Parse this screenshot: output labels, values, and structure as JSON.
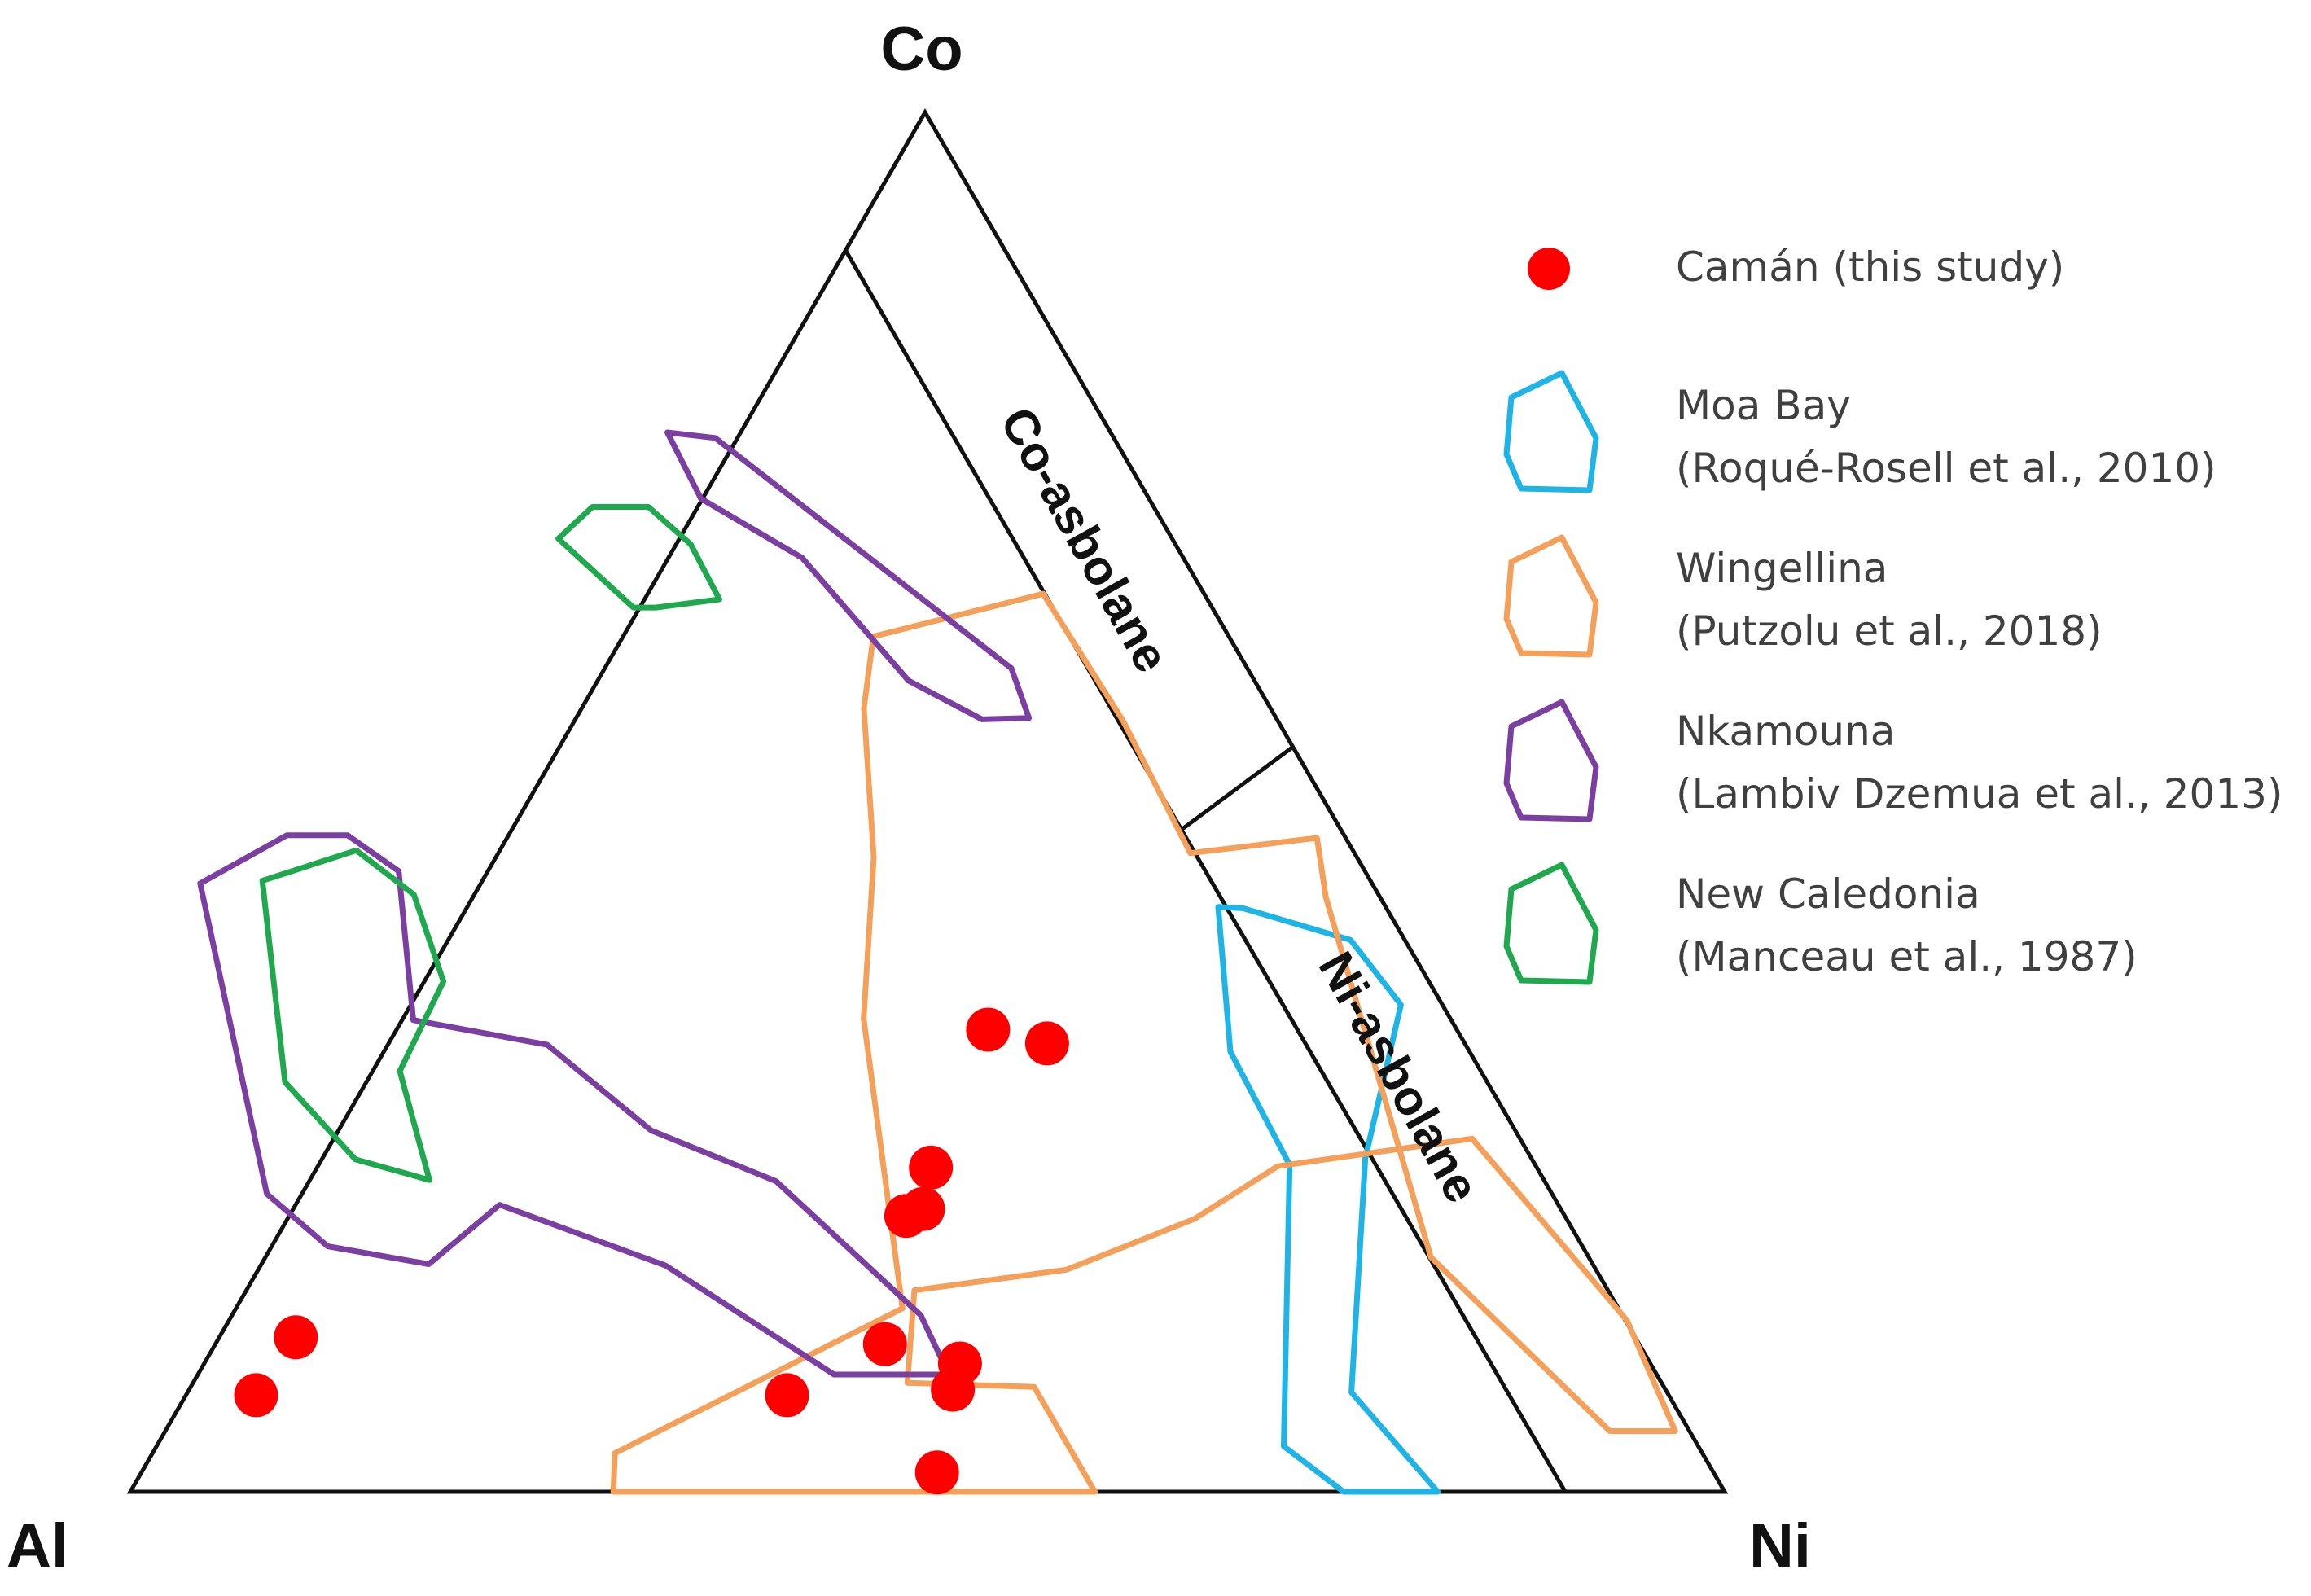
{
  "chart_data": {
    "type": "ternary",
    "vertices": {
      "top": "Co",
      "left": "Al",
      "right": "Ni"
    },
    "field_labels": [
      "Co-asbolane",
      "Ni-asbolane"
    ],
    "points": {
      "name": "Camán (this study)",
      "color": "#ff0000",
      "values": [
        {
          "Al": 0.886,
          "Co": 0.07,
          "Ni": 0.044
        },
        {
          "Al": 0.84,
          "Co": 0.112,
          "Ni": 0.048
        },
        {
          "Al": 0.553,
          "Co": 0.07,
          "Ni": 0.377
        },
        {
          "Al": 0.487,
          "Co": 0.014,
          "Ni": 0.499
        },
        {
          "Al": 0.473,
          "Co": 0.107,
          "Ni": 0.42
        },
        {
          "Al": 0.447,
          "Co": 0.074,
          "Ni": 0.479
        },
        {
          "Al": 0.433,
          "Co": 0.093,
          "Ni": 0.474
        },
        {
          "Al": 0.413,
          "Co": 0.2,
          "Ni": 0.387
        },
        {
          "Al": 0.4,
          "Co": 0.205,
          "Ni": 0.395
        },
        {
          "Al": 0.38,
          "Co": 0.235,
          "Ni": 0.385
        },
        {
          "Al": 0.294,
          "Co": 0.335,
          "Ni": 0.371
        },
        {
          "Al": 0.262,
          "Co": 0.325,
          "Ni": 0.413
        }
      ]
    },
    "regions": [
      {
        "name": "Moa Bay",
        "reference": "(Roqué-Rosell et al., 2010)",
        "color": "#1eb4e6",
        "values": [
          {
            "Al": 0.239,
            "Co": 0.0,
            "Ni": 0.761
          },
          {
            "Al": 0.18,
            "Co": 0.0,
            "Ni": 0.82
          },
          {
            "Al": 0.198,
            "Co": 0.072,
            "Ni": 0.73
          },
          {
            "Al": 0.104,
            "Co": 0.242,
            "Ni": 0.654
          },
          {
            "Al": 0.026,
            "Co": 0.353,
            "Ni": 0.621
          },
          {
            "Al": 0.034,
            "Co": 0.4,
            "Ni": 0.566
          },
          {
            "Al": 0.09,
            "Co": 0.423,
            "Ni": 0.487
          },
          {
            "Al": 0.105,
            "Co": 0.424,
            "Ni": 0.471
          },
          {
            "Al": 0.15,
            "Co": 0.319,
            "Ni": 0.531
          },
          {
            "Al": 0.154,
            "Co": 0.237,
            "Ni": 0.609
          },
          {
            "Al": 0.26,
            "Co": 0.033,
            "Ni": 0.707
          }
        ]
      },
      {
        "name": "Wingellina",
        "reference": "(Putzolu et al., 2018)",
        "color": "#f5a05a",
        "values": [
          {
            "Al": 0.682,
            "Co": 0.028,
            "Ni": 0.29
          },
          {
            "Al": 0.697,
            "Co": 0.0,
            "Ni": 0.303
          },
          {
            "Al": 0.395,
            "Co": 0.0,
            "Ni": 0.605
          },
          {
            "Al": 0.395,
            "Co": 0.076,
            "Ni": 0.529
          },
          {
            "Al": 0.473,
            "Co": 0.079,
            "Ni": 0.448
          },
          {
            "Al": 0.435,
            "Co": 0.146,
            "Ni": 0.419
          },
          {
            "Al": 0.332,
            "Co": 0.161,
            "Ni": 0.507
          },
          {
            "Al": 0.233,
            "Co": 0.198,
            "Ni": 0.569
          },
          {
            "Al": 0.162,
            "Co": 0.236,
            "Ni": 0.602
          },
          {
            "Al": 0.03,
            "Co": 0.256,
            "Ni": 0.714
          },
          {
            "Al": -0.001,
            "Co": 0.124,
            "Ni": 0.877
          },
          {
            "Al": 0.009,
            "Co": 0.044,
            "Ni": 0.947
          },
          {
            "Al": 0.05,
            "Co": 0.044,
            "Ni": 0.906
          },
          {
            "Al": 0.099,
            "Co": 0.17,
            "Ni": 0.731
          },
          {
            "Al": 0.034,
            "Co": 0.431,
            "Ni": 0.535
          },
          {
            "Al": 0.018,
            "Co": 0.474,
            "Ni": 0.508
          },
          {
            "Al": 0.103,
            "Co": 0.463,
            "Ni": 0.434
          },
          {
            "Al": 0.097,
            "Co": 0.559,
            "Ni": 0.344
          },
          {
            "Al": 0.101,
            "Co": 0.651,
            "Ni": 0.248
          },
          {
            "Al": 0.223,
            "Co": 0.62,
            "Ni": 0.157
          },
          {
            "Al": 0.255,
            "Co": 0.568,
            "Ni": 0.177
          },
          {
            "Al": 0.303,
            "Co": 0.46,
            "Ni": 0.237
          },
          {
            "Al": 0.368,
            "Co": 0.343,
            "Ni": 0.289
          },
          {
            "Al": 0.449,
            "Co": 0.133,
            "Ni": 0.418
          }
        ]
      },
      {
        "name": "Nkamouna",
        "reference": "(Lambiv Dzemua et al., 2013)",
        "color": "#7a3fa0",
        "values": [
          {
            "Al": 0.806,
            "Co": 0.216,
            "Ni": -0.022
          },
          {
            "Al": 0.735,
            "Co": 0.441,
            "Ni": -0.176
          },
          {
            "Al": 0.663,
            "Co": 0.476,
            "Ni": -0.139
          },
          {
            "Al": 0.625,
            "Co": 0.476,
            "Ni": -0.101
          },
          {
            "Al": 0.606,
            "Co": 0.45,
            "Ni": -0.056
          },
          {
            "Al": 0.651,
            "Co": 0.342,
            "Ni": 0.007
          },
          {
            "Al": 0.576,
            "Co": 0.324,
            "Ni": 0.1
          },
          {
            "Al": 0.542,
            "Co": 0.262,
            "Ni": 0.196
          },
          {
            "Al": 0.482,
            "Co": 0.225,
            "Ni": 0.293
          },
          {
            "Al": 0.44,
            "Co": 0.128,
            "Ni": 0.432
          },
          {
            "Al": 0.444,
            "Co": 0.085,
            "Ni": 0.471
          },
          {
            "Al": 0.516,
            "Co": 0.085,
            "Ni": 0.399
          },
          {
            "Al": 0.582,
            "Co": 0.164,
            "Ni": 0.254
          },
          {
            "Al": 0.664,
            "Co": 0.208,
            "Ni": 0.128
          },
          {
            "Al": 0.73,
            "Co": 0.165,
            "Ni": 0.105
          },
          {
            "Al": 0.787,
            "Co": 0.178,
            "Ni": 0.035
          }
        ],
        "values_2": [
          {
            "Al": 0.239,
            "Co": 0.677,
            "Ni": 0.084
          },
          {
            "Al": 0.281,
            "Co": 0.72,
            "Ni": -0.001
          },
          {
            "Al": 0.278,
            "Co": 0.768,
            "Ni": -0.046
          },
          {
            "Al": 0.25,
            "Co": 0.764,
            "Ni": -0.014
          },
          {
            "Al": 0.148,
            "Co": 0.597,
            "Ni": 0.255
          },
          {
            "Al": 0.155,
            "Co": 0.561,
            "Ni": 0.284
          },
          {
            "Al": 0.185,
            "Co": 0.56,
            "Ni": 0.255
          },
          {
            "Al": 0.217,
            "Co": 0.588,
            "Ni": 0.195
          }
        ]
      },
      {
        "name": "New Caledonia",
        "reference": "(Manceau et al., 1987)",
        "color": "#1fa84e",
        "values": [
          {
            "Al": 0.699,
            "Co": 0.226,
            "Ni": 0.075
          },
          {
            "Al": 0.678,
            "Co": 0.305,
            "Ni": 0.017
          },
          {
            "Al": 0.618,
            "Co": 0.37,
            "Ni": 0.012
          },
          {
            "Al": 0.605,
            "Co": 0.433,
            "Ni": -0.038
          },
          {
            "Al": 0.625,
            "Co": 0.465,
            "Ni": -0.09
          },
          {
            "Al": 0.695,
            "Co": 0.443,
            "Ni": -0.138
          },
          {
            "Al": 0.754,
            "Co": 0.297,
            "Ni": -0.051
          },
          {
            "Al": 0.738,
            "Co": 0.241,
            "Ni": 0.021
          }
        ],
        "values_2": [
          {
            "Al": 0.385,
            "Co": 0.691,
            "Ni": -0.076
          },
          {
            "Al": 0.352,
            "Co": 0.714,
            "Ni": -0.066
          },
          {
            "Al": 0.317,
            "Co": 0.714,
            "Ni": -0.031
          },
          {
            "Al": 0.304,
            "Co": 0.687,
            "Ni": 0.009
          },
          {
            "Al": 0.306,
            "Co": 0.647,
            "Ni": 0.047
          },
          {
            "Al": 0.349,
            "Co": 0.641,
            "Ni": 0.01
          },
          {
            "Al": 0.363,
            "Co": 0.641,
            "Ni": -0.004
          }
        ]
      }
    ],
    "field_boundaries": [
      {
        "name": "Co-asbolane / Ni-asbolane outer boundary",
        "values": [
          {
            "Al": 0.1,
            "Co": 0.9,
            "Ni": 0.0
          },
          {
            "Al": 0.1,
            "Co": 0.0,
            "Ni": 0.9
          }
        ]
      },
      {
        "name": "Co-asbolane / Ni-asbolane divider",
        "values": [
          {
            "Al": 0.1,
            "Co": 0.48,
            "Ni": 0.42
          },
          {
            "Al": 0.0,
            "Co": 0.54,
            "Ni": 0.46
          }
        ]
      }
    ]
  }
}
